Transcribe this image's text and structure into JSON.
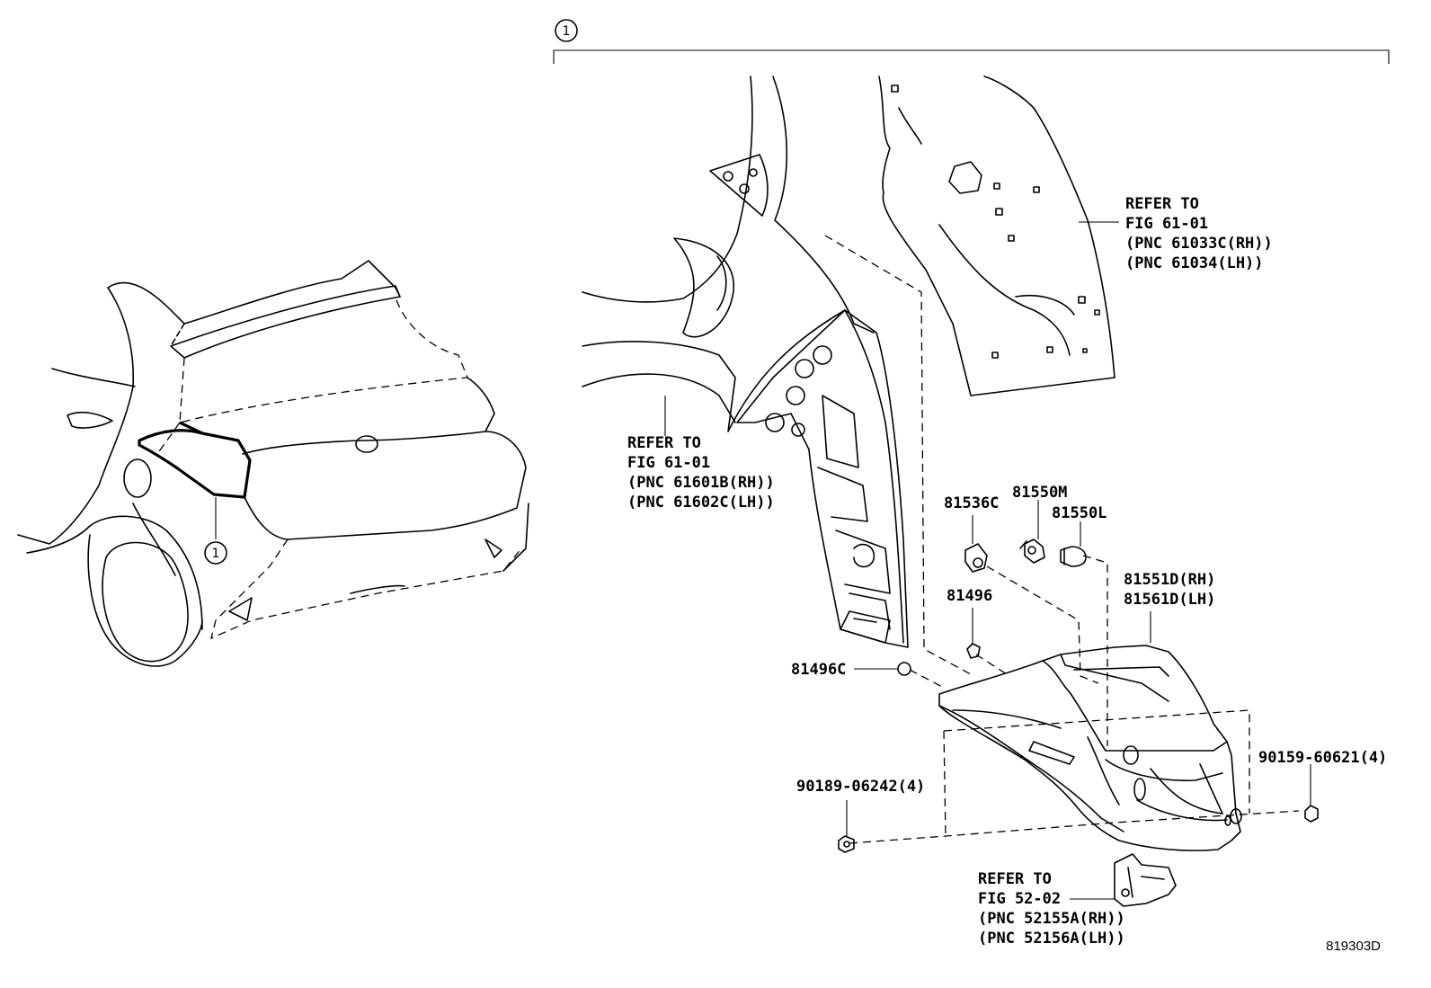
{
  "callout_number": "1",
  "callout_number_main": "1",
  "parts": {
    "p81536c": "81536C",
    "p81550m": "81550M",
    "p81550l": "81550L",
    "p81496": "81496",
    "p81496c": "81496C",
    "p81551d_rh": "81551D(RH)",
    "p81561d_lh": "81561D(LH)",
    "screw_left": "90189-06242(4)",
    "screw_right": "90159-60621(4)"
  },
  "refer_quarter": {
    "line1": "REFER TO",
    "line2": "FIG 61-01",
    "line3": "(PNC 61033C(RH))",
    "line4": "(PNC 61034(LH))"
  },
  "refer_panel": {
    "line1": "REFER TO",
    "line2": "FIG 61-01",
    "line3": "(PNC 61601B(RH))",
    "line4": "(PNC 61602C(LH))"
  },
  "refer_bracket": {
    "line1": "REFER TO",
    "line2": "FIG 52-02",
    "line3": "(PNC 52155A(RH))",
    "line4": "(PNC 52156A(LH))"
  },
  "diagram_code": "819303D"
}
